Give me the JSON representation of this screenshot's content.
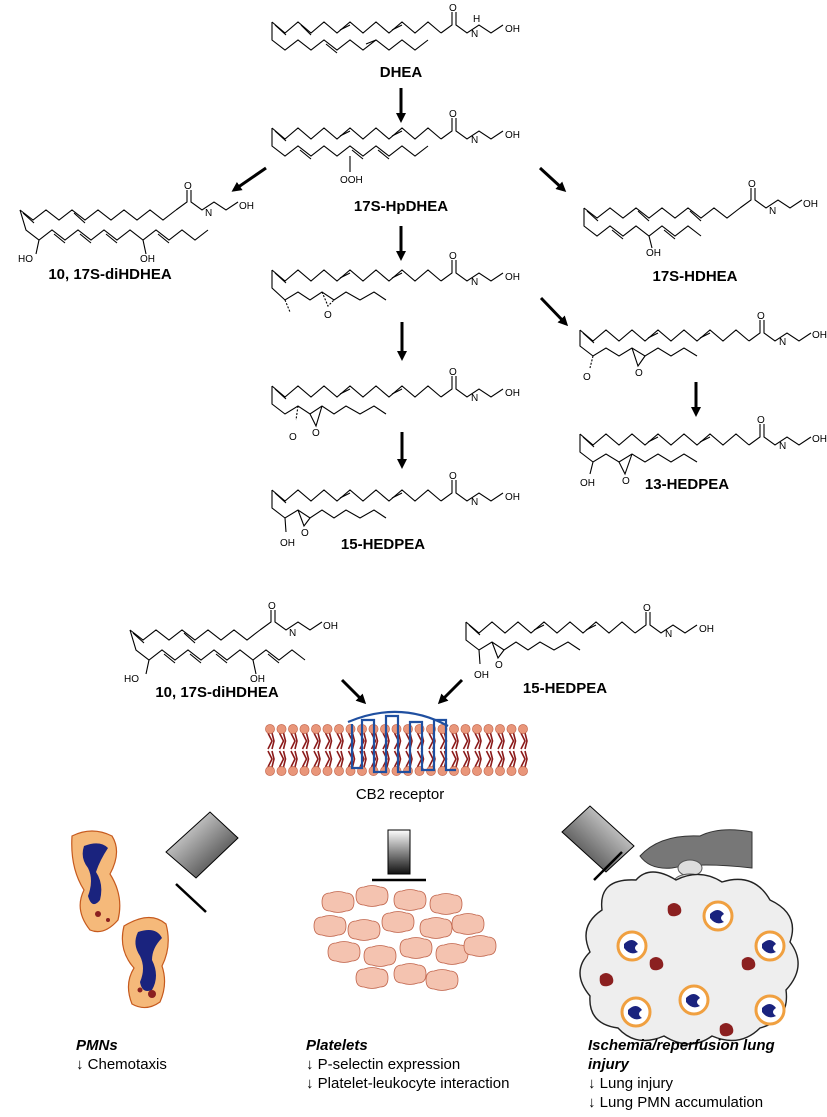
{
  "atoms": {
    "O": "O",
    "H": "H",
    "N": "N",
    "OH": "OH",
    "OOH": "OOH",
    "HO": "HO"
  },
  "pathway": {
    "dhea": "DHEA",
    "hp_dhea": "17S-HpDHEA",
    "di_hdhea": "10, 17S-diHDHEA",
    "hdhea": "17S-HDHEA",
    "hedpea_15": "15-HEDPEA",
    "hedpea_13": "13-HEDPEA"
  },
  "receptor": {
    "ligand_left": "10, 17S-diHDHEA",
    "ligand_right": "15-HEDPEA",
    "label": "CB2 receptor"
  },
  "outcomes": {
    "pmns": {
      "title": "PMNs",
      "lines": [
        "↓ Chemotaxis"
      ]
    },
    "platelets": {
      "title": "Platelets",
      "lines": [
        "↓ P-selectin expression",
        "↓ Platelet-leukocyte interaction"
      ]
    },
    "lung": {
      "title_line1": "Ischemia/reperfusion lung",
      "title_line2": "injury",
      "lines": [
        "↓ Lung injury",
        "↓ Lung PMN accumulation"
      ]
    }
  },
  "colors": {
    "membrane_head": "#e9967a",
    "membrane_tail": "#8b1a1a",
    "receptor_stroke": "#1f4fa0",
    "pmn_cell": "#f5b97a",
    "pmn_nucleus": "#1a237e",
    "platelet": "#f4c3b0",
    "lung_cloud": "#eeeeee",
    "lung_neutrophil_ring": "#f0a040",
    "lung_blob": "#8b2020"
  }
}
